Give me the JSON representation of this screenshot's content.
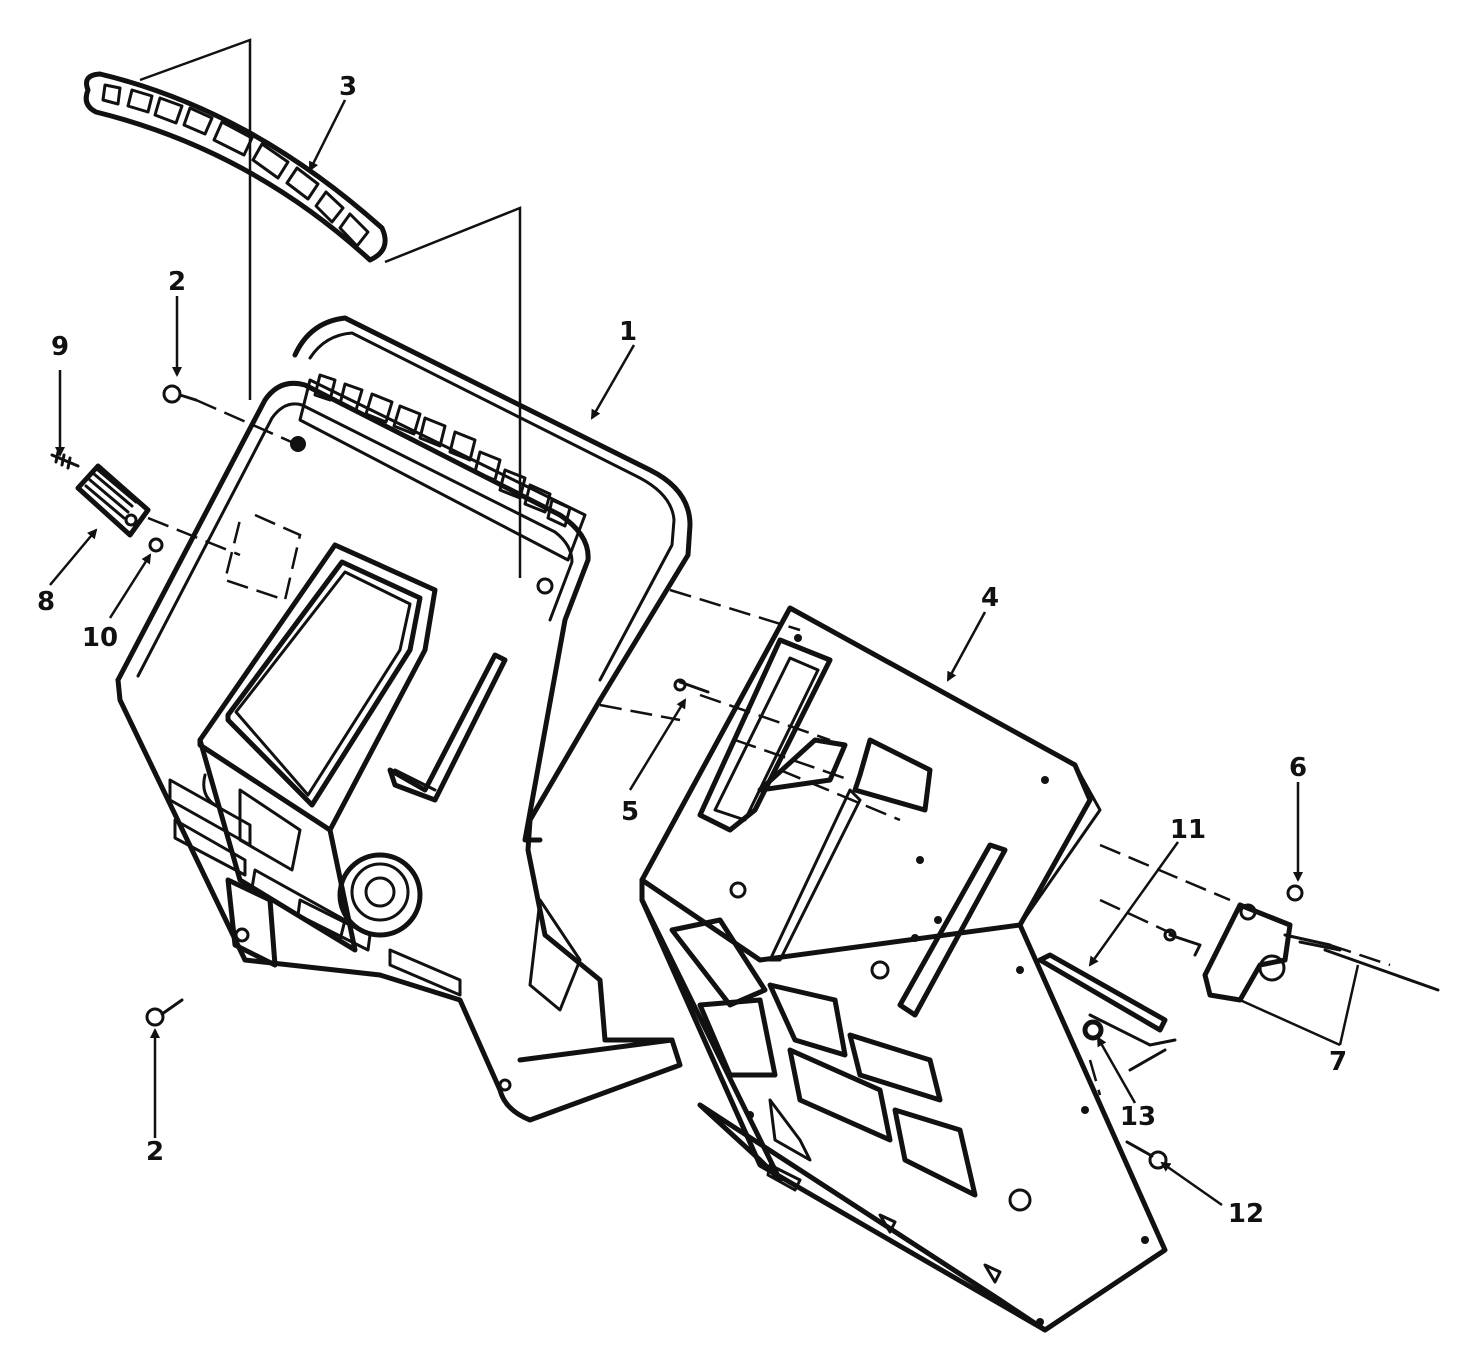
{
  "callouts": {
    "c1": "1",
    "c2_top": "2",
    "c2_bottom": "2",
    "c3": "3",
    "c4": "4",
    "c5": "5",
    "c6": "6",
    "c7": "7",
    "c8": "8",
    "c9": "9",
    "c10": "10",
    "c11": "11",
    "c12": "12",
    "c13": "13"
  },
  "colors": {
    "ink": "#111111",
    "paper": "#ffffff"
  }
}
